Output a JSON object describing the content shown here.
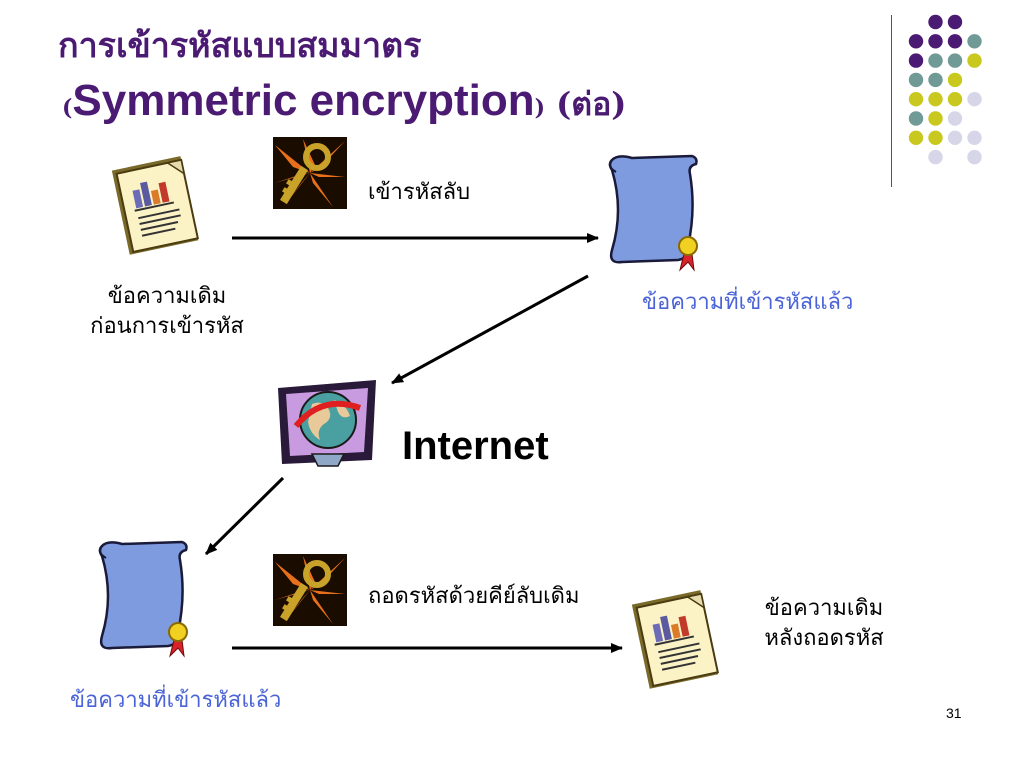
{
  "slide": {
    "title_thai": "การเข้ารหัสแบบสมมาตร",
    "title_open_paren": "(",
    "title_english": "Symmetric encryption",
    "title_close_paren": ")",
    "title_suffix": " (ต่อ)",
    "page_number": "31"
  },
  "labels": {
    "encrypt_secret": "เข้ารหัสลับ",
    "original_message_line1": "ข้อความเดิม",
    "original_message_line2": "ก่อนการเข้ารหัส",
    "encrypted_message_top": "ข้อความที่เข้ารหัสแล้ว",
    "internet": "Internet",
    "decrypt_with_key": "ถอดรหัสด้วยคีย์ลับเดิม",
    "encrypted_message_bottom": "ข้อความที่เข้ารหัสแล้ว",
    "decrypted_message_line1": "ข้อความเดิม",
    "decrypted_message_line2": "หลังถอดรหัส"
  },
  "colors": {
    "title": "#4b1a73",
    "encrypted_label": "#4a63d6",
    "dot_purple": "#4b1a73",
    "dot_teal": "#6f9a96",
    "dot_yellow": "#c8c81e",
    "dot_lavender": "#d6d6e8"
  },
  "icons": {
    "document": "document-chart-icon",
    "key": "key-icon",
    "scroll": "scroll-certificate-icon",
    "globe": "globe-monitor-icon"
  }
}
